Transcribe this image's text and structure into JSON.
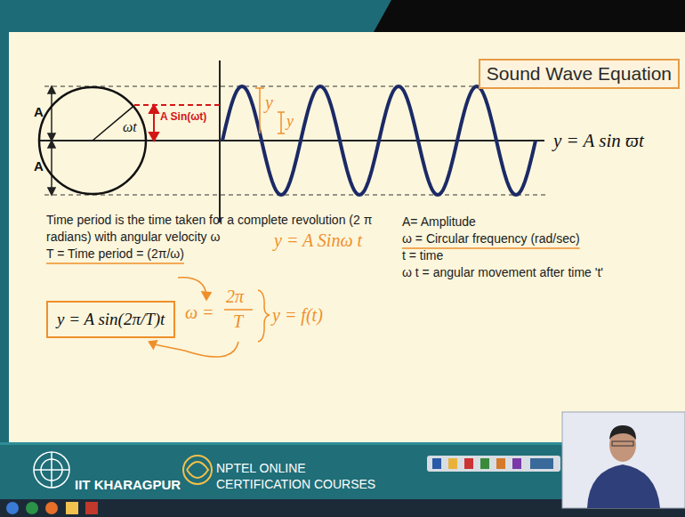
{
  "diagram": {
    "title": "Sound Wave Equation",
    "nodes": [
      {
        "text": [
          "ωt"
        ]
      },
      {
        "text": [
          "y = A sin(2π/T)t"
        ]
      }
    ],
    "labels": [
      "A",
      "A",
      "A Sin(ωt)",
      "y",
      "y",
      "y = A sin ϖt",
      "Time period is the time taken for a complete revolution (2 π radians) with angular velocity ω",
      "T = Time period = (2π/ω)",
      "y = A Sinω t",
      "ω =",
      "2π",
      "T",
      "y = f(t)",
      "A= Amplitude",
      "ω = Circular frequency (rad/sec)",
      "t = time",
      "ω t = angular movement after time 't'",
      "IIT KHARAGPUR",
      "NPTEL ONLINE",
      "CERTIFICATION COURSES"
    ]
  }
}
